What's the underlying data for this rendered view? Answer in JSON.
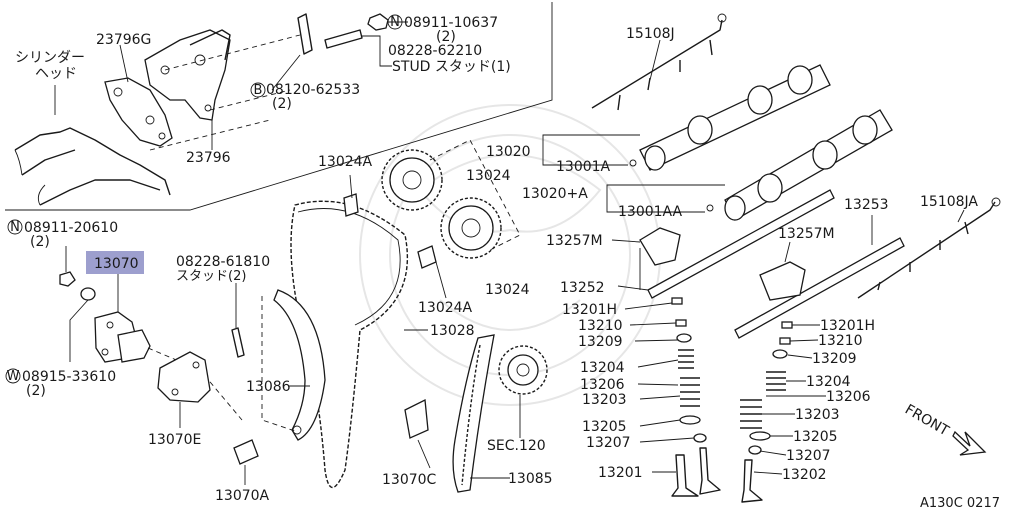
{
  "labels": {
    "cyl_head_1": "シリンダー",
    "cyl_head_2": "ヘッド",
    "p23796G": "23796G",
    "p23796": "23796",
    "n_08911_10637": "08911-10637",
    "n_08911_10637_qty": "(2)",
    "p08228_62210": "08228-62210",
    "stud1": "STUD スタッド(1)",
    "b_08120_62533": "08120-62533",
    "b_08120_62533_qty": "(2)",
    "p15108J": "15108J",
    "p13020": "13020",
    "p13001A": "13001A",
    "p13020A": "13020+A",
    "p13001AA": "13001AA",
    "p13024A_top": "13024A",
    "p13024_top": "13024",
    "p13024_mid": "13024",
    "p13024A_mid": "13024A",
    "p13028": "13028",
    "n_08911_20610": "08911-20610",
    "n_08911_20610_qty": "(2)",
    "p13070": "13070",
    "p08228_61810": "08228-61810",
    "stud2": "スタッド(2)",
    "w_08915_33610": "08915-33610",
    "w_08915_33610_qty": "(2)",
    "p13086": "13086",
    "p13070E": "13070E",
    "p13070A": "13070A",
    "p13070C": "13070C",
    "p13085": "13085",
    "sec120": "SEC.120",
    "p13253": "13253",
    "p15108JA": "15108JA",
    "p13257M_left": "13257M",
    "p13257M_right": "13257M",
    "p13252": "13252",
    "p13201H_left": "13201H",
    "p13210_left": "13210",
    "p13209_left": "13209",
    "p13204_left": "13204",
    "p13206_left": "13206",
    "p13203_left": "13203",
    "p13205_left": "13205",
    "p13207_left": "13207",
    "p13201": "13201",
    "p13201H_right": "13201H",
    "p13210_right": "13210",
    "p13209_right": "13209",
    "p13204_right": "13204",
    "p13206_right": "13206",
    "p13203_right": "13203",
    "p13205_right": "13205",
    "p13207_right": "13207",
    "p13202": "13202",
    "front": "FRONT",
    "code": "A130C 0217"
  },
  "markers": {
    "n": "N",
    "b": "B",
    "w": "W"
  },
  "colors": {
    "ink": "#1a1a1a",
    "highlight": "#9d9fce",
    "watermark": "#e6e6e6"
  }
}
